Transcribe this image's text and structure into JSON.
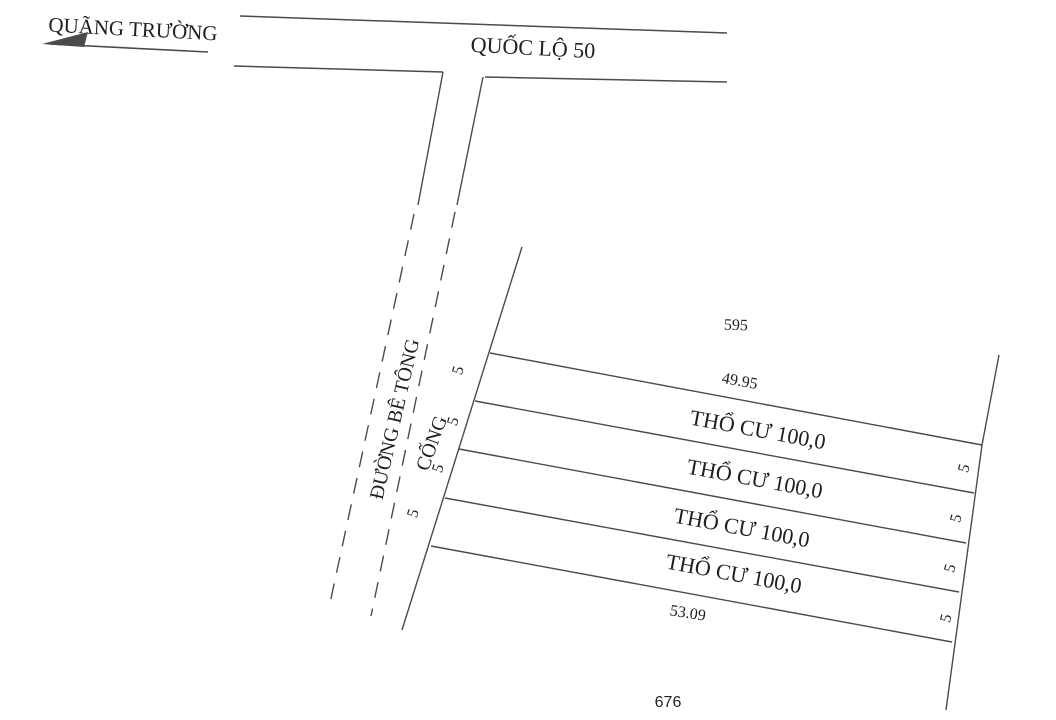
{
  "drawing": {
    "roads": {
      "square_label": "QUÃNG TRƯỜNG",
      "highway_label": "QUỐC LỘ 50",
      "concrete_road_label": "ĐƯỜNG BÊ TÔNG",
      "culvert_label": "CỐNG"
    },
    "parcels": {
      "upper_parcel_number": "595",
      "lower_parcel_number": "676",
      "top_edge_length": "49.95",
      "bottom_edge_length": "53.09",
      "plots": [
        {
          "label": "THỔ CƯ 100,0",
          "frontage_left": "5",
          "frontage_right": "5"
        },
        {
          "label": "THỔ CƯ 100,0",
          "frontage_left": "5",
          "frontage_right": "5"
        },
        {
          "label": "THỔ CƯ 100,0",
          "frontage_left": "5",
          "frontage_right": "5"
        },
        {
          "label": "THỔ CƯ 100,0",
          "frontage_left": "5",
          "frontage_right": "5"
        }
      ]
    },
    "colors": {
      "line": "#4b4b4b",
      "text": "#1f1f1f",
      "background": "#ffffff"
    }
  }
}
